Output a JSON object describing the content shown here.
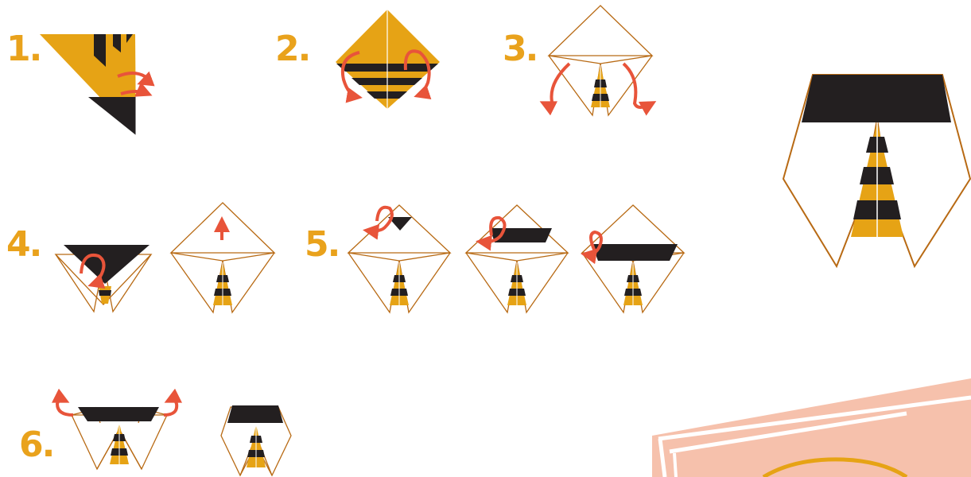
{
  "colors": {
    "paper_yellow": "#e6a315",
    "black": "#231f20",
    "outline": "#b86a14",
    "arrow": "#e8543a",
    "number": "#e9a21c",
    "peach": "#f6c1ac"
  },
  "steps": [
    {
      "label": "1."
    },
    {
      "label": "2."
    },
    {
      "label": "3."
    },
    {
      "label": "4."
    },
    {
      "label": "5."
    },
    {
      "label": "6."
    }
  ]
}
